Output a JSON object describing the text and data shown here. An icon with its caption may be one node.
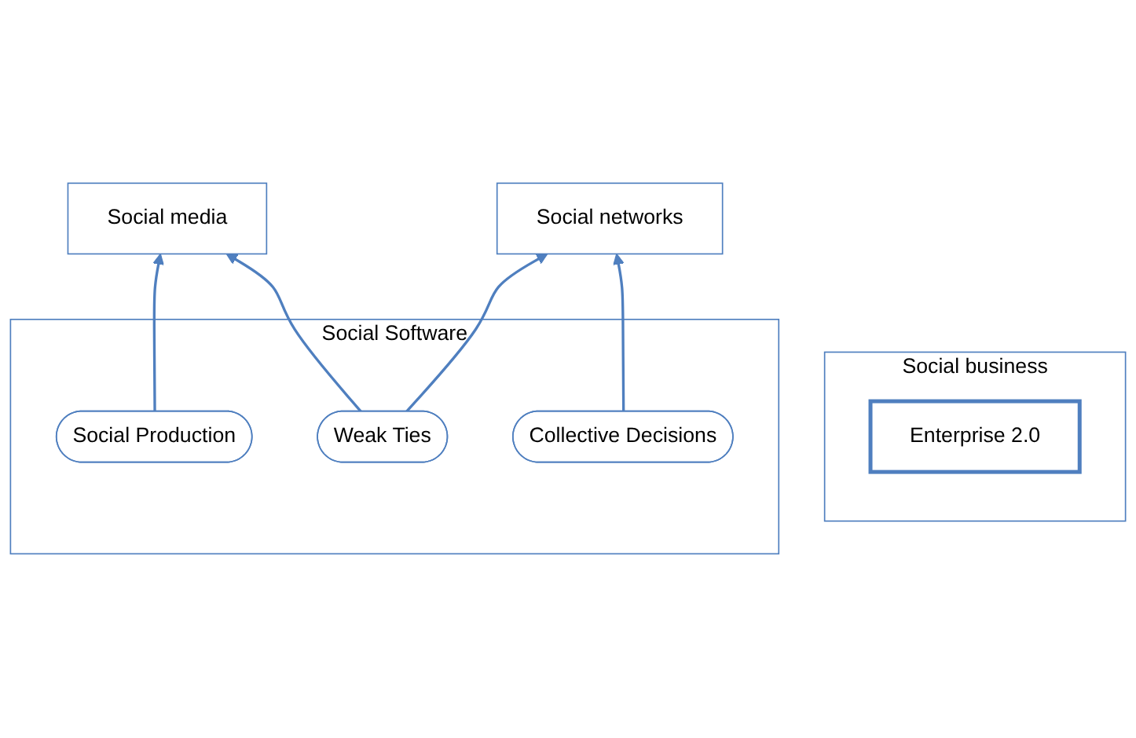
{
  "diagram": {
    "nodes": [
      {
        "text": [
          "Social business"
        ]
      },
      {
        "text": [
          "Enterprise 2.0"
        ],
        "in": 0
      },
      {
        "text": [
          "Social media"
        ]
      },
      {
        "text": [
          "Social networks"
        ]
      },
      {
        "text": [
          "Social Software"
        ]
      },
      {
        "text": [
          "Social Production"
        ],
        "in": 4
      },
      {
        "text": [
          "Weak Ties"
        ],
        "in": 4
      },
      {
        "text": [
          "Collective Decisions"
        ],
        "in": 4
      }
    ],
    "edges": [
      {
        "from": 5,
        "to": 2,
        "arrow": "to"
      },
      {
        "from": 6,
        "to": 2,
        "arrow": "to"
      },
      {
        "from": 6,
        "to": 3,
        "arrow": "to"
      },
      {
        "from": 7,
        "to": 3,
        "arrow": "to"
      }
    ]
  }
}
